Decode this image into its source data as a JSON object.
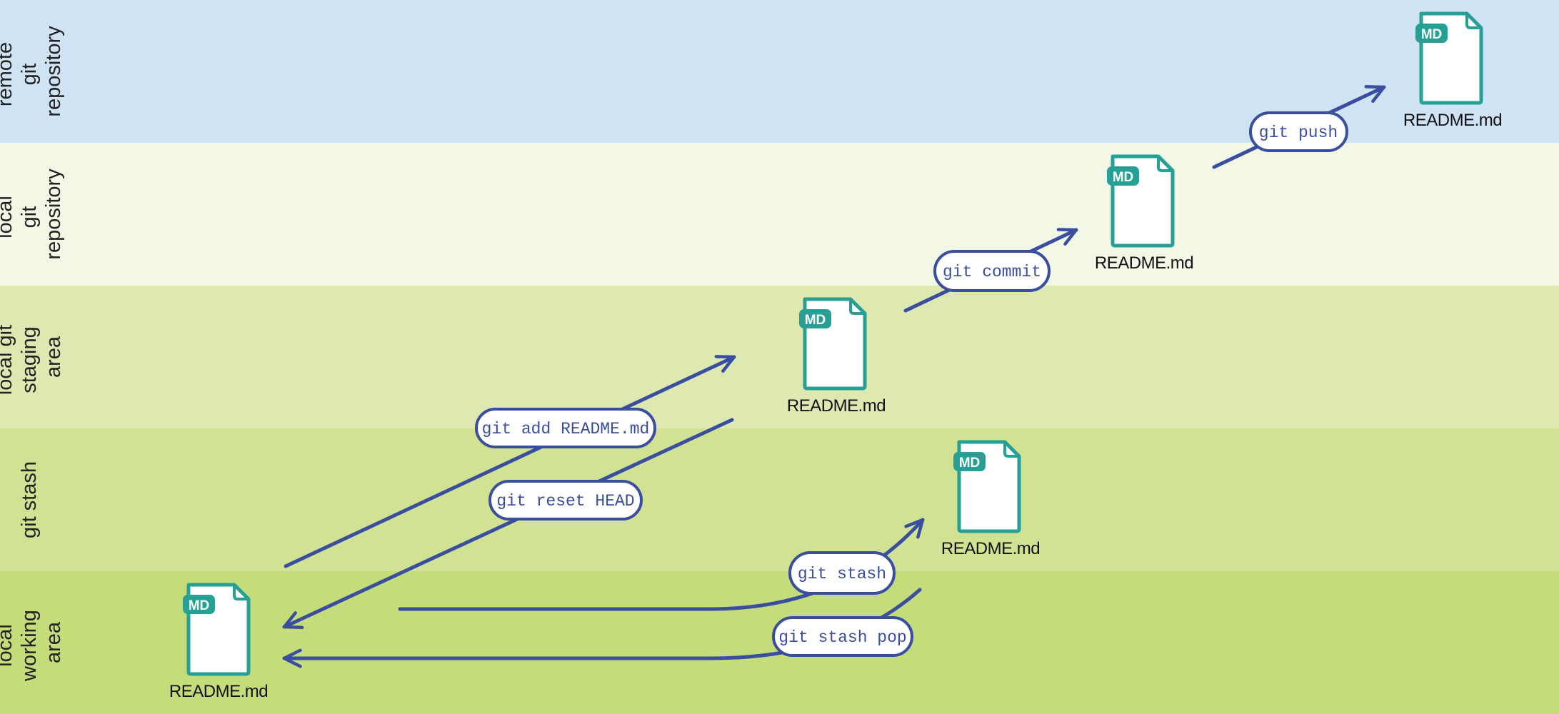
{
  "lanes": [
    {
      "id": "remote",
      "lines": [
        "remote",
        "git",
        "repository"
      ],
      "color": "#cfe3f5"
    },
    {
      "id": "local-repo",
      "lines": [
        "local",
        "git",
        "repository"
      ],
      "color": "#f2f7e6"
    },
    {
      "id": "staging",
      "lines": [
        "local git",
        "staging",
        "area"
      ],
      "color": "#dde9b0"
    },
    {
      "id": "stash",
      "lines": [
        "git stash"
      ],
      "color": "#d1e293"
    },
    {
      "id": "working",
      "lines": [
        "local",
        "working",
        "area"
      ],
      "color": "#c4dd7a"
    }
  ],
  "files": [
    {
      "id": "working",
      "badge": "MD",
      "name": "README.md"
    },
    {
      "id": "staging",
      "badge": "MD",
      "name": "README.md"
    },
    {
      "id": "stash",
      "badge": "MD",
      "name": "README.md"
    },
    {
      "id": "local-repo",
      "badge": "MD",
      "name": "README.md"
    },
    {
      "id": "remote",
      "badge": "MD",
      "name": "README.md"
    }
  ],
  "commands": {
    "add": "git add README.md",
    "reset": "git reset HEAD",
    "stash": "git stash",
    "stash_pop": "git stash pop",
    "commit": "git commit",
    "push": "git push"
  },
  "colors": {
    "arrow": "#3a4ea0",
    "file_outline": "#26a095",
    "badge_fill": "#26a095",
    "pill_fill": "#ffffff",
    "pill_stroke": "#3a4ea0",
    "command_text": "#3a4ea0"
  }
}
